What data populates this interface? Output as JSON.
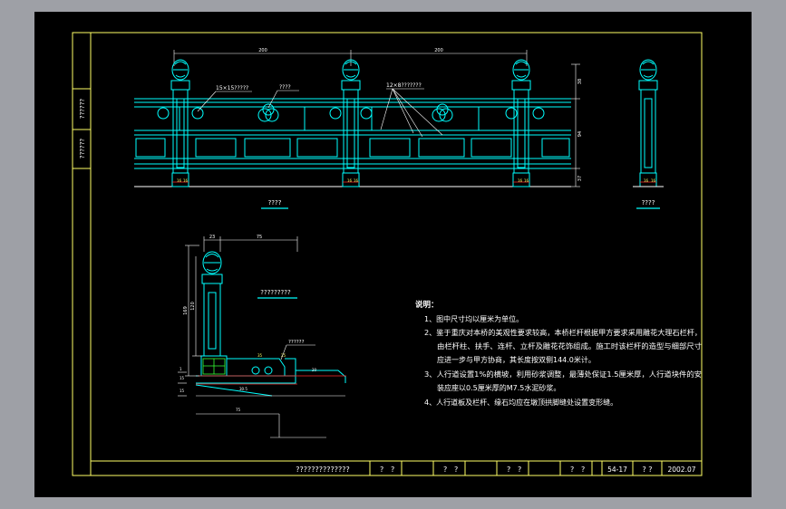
{
  "title_block": {
    "drawing_title": "??????????????",
    "cells": [
      "?",
      "?",
      "?",
      "?",
      "?",
      "?",
      "?",
      "?"
    ],
    "sheet_number": "54-17",
    "sheet_mark": "? ?",
    "date": "2002.07"
  },
  "side_labels": [
    "??????",
    "??????"
  ],
  "elevation": {
    "label": "????",
    "dim_left": "200",
    "dim_right": "200",
    "callout_a": "15×15?????",
    "callout_b": "????",
    "callout_c": "12×8???????",
    "dim_v1": "38",
    "dim_v2": "94",
    "dim_v3": "37",
    "base_dims": [
      "16",
      "16",
      "16",
      "16",
      "16",
      "16"
    ]
  },
  "side_view": {
    "label": "????",
    "base_dims": [
      "16",
      "16"
    ]
  },
  "section": {
    "label": "?????????",
    "dim_top_a": "23",
    "dim_top_b": "75",
    "dim_height": "169",
    "dim_post": "120",
    "callout": "??????",
    "dims_misc": [
      "35",
      "25",
      "30.5",
      "15",
      "15",
      "1",
      "75",
      "20"
    ]
  },
  "notes": {
    "heading": "说明：",
    "lines": [
      "1、图中尺寸均以厘米为单位。",
      "2、鉴于重庆对本桥的美观性要求较高，本桥栏杆根据甲方要求采用雕花大理石栏杆，",
      "由栏杆柱、扶手、连杆、立杆及雕花花饰组成。施工时该栏杆的造型与细部尺寸",
      "应进一步与甲方协商，其长度按双侧144.0米计。",
      "3、人行道设置1%的横坡，利用砂浆调整，最薄处保证1.5厘米厚，人行道块件的安",
      "装应座以0.5厘米厚的M7.5水泥砂浆。",
      "4、人行道板及栏杆、缘石均应在墩顶拱脚缝处设置变形缝。"
    ]
  },
  "colors": {
    "frame": "#ffff66",
    "cyan": "#00ffff",
    "white": "#ffffff",
    "red": "#ff2a2a",
    "green": "#35ff35",
    "background": "#000000"
  }
}
